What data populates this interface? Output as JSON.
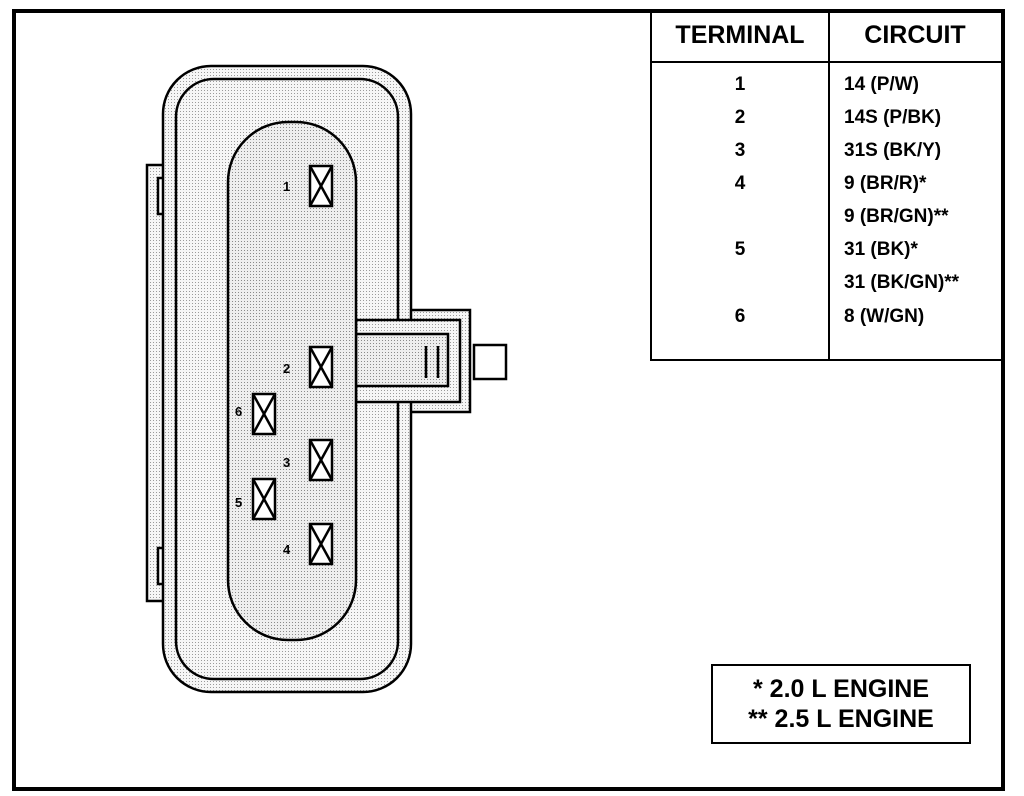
{
  "table": {
    "header_terminal": "TERMINAL",
    "header_circuit": "CIRCUIT",
    "rows": [
      {
        "terminal": "1",
        "circuit": "14 (P/W)"
      },
      {
        "terminal": "2",
        "circuit": "14S (P/BK)"
      },
      {
        "terminal": "3",
        "circuit": "31S (BK/Y)"
      },
      {
        "terminal": "4",
        "circuit": "9 (BR/R)*"
      },
      {
        "terminal": "",
        "circuit": "9 (BR/GN)**"
      },
      {
        "terminal": "5",
        "circuit": "31 (BK)*"
      },
      {
        "terminal": "",
        "circuit": "31 (BK/GN)**"
      },
      {
        "terminal": "6",
        "circuit": "8 (W/GN)"
      }
    ]
  },
  "legend": {
    "line1": "* 2.0 L ENGINE",
    "line2": "** 2.5 L ENGINE"
  },
  "connector": {
    "pins": [
      "1",
      "2",
      "3",
      "4",
      "5",
      "6"
    ]
  },
  "colors": {
    "line": "#000000",
    "fill": "#ececec",
    "background": "#ffffff"
  }
}
